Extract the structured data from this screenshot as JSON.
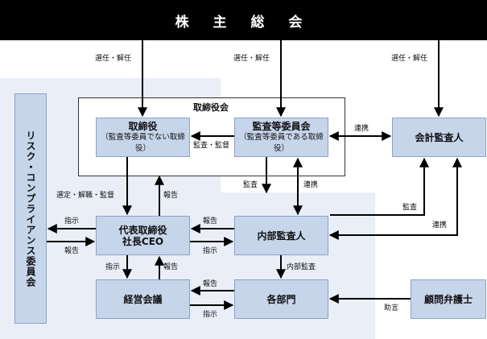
{
  "header": {
    "title": "株 主 総 会"
  },
  "board": {
    "title": "取締役会"
  },
  "nodes": {
    "risk": "リスク・コンプライアンス委員会",
    "directors_main": "取締役",
    "directors_sub": "（監査等委員でない取締役）",
    "audit_committee_main": "監査等委員会",
    "audit_committee_sub": "（監査等委員である取締役）",
    "accounting_auditor": "会計監査人",
    "ceo_main": "代表取締役",
    "ceo_sub": "社長CEO",
    "internal_audit": "内部監査人",
    "management_meeting": "経営会議",
    "departments": "各部門",
    "legal_advisor": "顧問弁護士"
  },
  "labels": {
    "elect_1": "選任・解任",
    "elect_2": "選任・解任",
    "elect_3": "選任・解任",
    "audit_supervise": "監査・監督",
    "renkei_1": "連携",
    "kansa_1": "監査",
    "renkei_2": "連携",
    "select_dismiss_supervise": "選定・解職・監督",
    "houkoku_board": "報告",
    "shiji_risk": "指示",
    "houkoku_risk": "報告",
    "houkoku_ceo": "報告",
    "shiji_internal": "指示",
    "kansa_2": "監査",
    "renkei_3": "連携",
    "shiji_mgmt": "指示",
    "houkoku_mgmt": "報告",
    "internal_audit_label": "内部監査",
    "houkoku_dept": "報告",
    "shiji_dept": "指示",
    "advice": "助言"
  }
}
